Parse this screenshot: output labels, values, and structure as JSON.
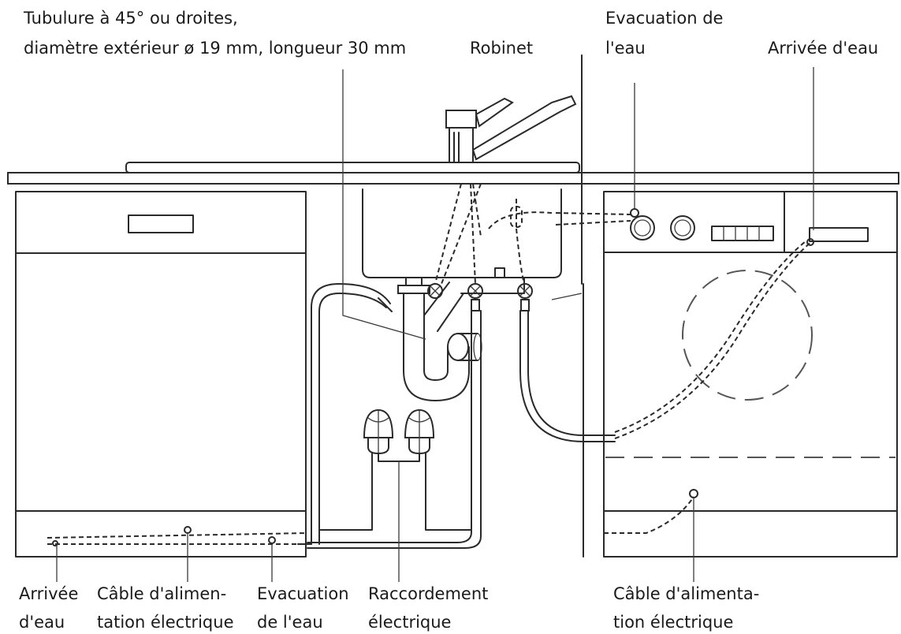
{
  "labels": {
    "tubulure_line1": "Tubulure à 45° ou droites,",
    "tubulure_line2": "diamètre extérieur ø 19 mm, longueur 30 mm",
    "robinet": "Robinet",
    "evac_top_line1": "Evacuation de",
    "evac_top_line2": "l'eau",
    "arrivee_top": "Arrivée d'eau",
    "arrivee_bottom_line1": "Arrivée",
    "arrivee_bottom_line2": "d'eau",
    "cable_left_line1": "Câble d'alimen-",
    "cable_left_line2": "tation électrique",
    "evac_bottom_line1": "Evacuation",
    "evac_bottom_line2": "de l'eau",
    "raccord_line1": "Raccordement",
    "raccord_line2": "électrique",
    "cable_right_line1": "Câble d'alimenta-",
    "cable_right_line2": "tion électrique"
  }
}
